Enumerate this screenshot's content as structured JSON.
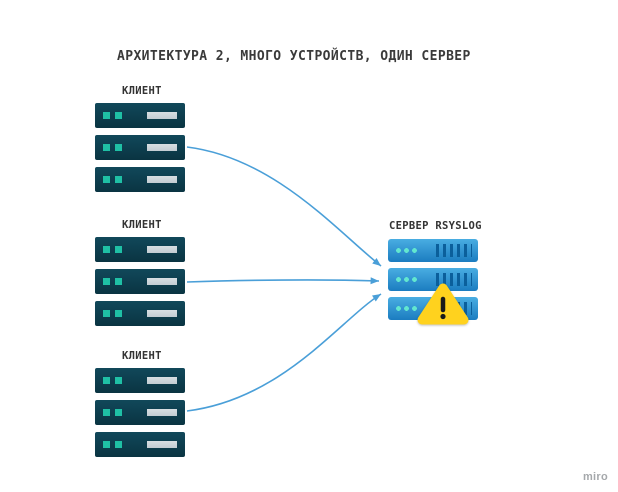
{
  "title": "АРХИТЕКТУРА 2, МНОГО УСТРОЙСТВ, ОДИН СЕРВЕР",
  "nodes": {
    "clients": [
      {
        "id": "client-1",
        "label": "КЛИЕНТ",
        "icon": "server-stack-icon"
      },
      {
        "id": "client-2",
        "label": "КЛИЕНТ",
        "icon": "server-stack-icon"
      },
      {
        "id": "client-3",
        "label": "КЛИЕНТ",
        "icon": "server-stack-icon"
      }
    ],
    "server": {
      "id": "server-rsyslog",
      "label": "СЕРВЕР RSYSLOG",
      "icon": "server-rack-icon",
      "status_icon": "warning-triangle-icon"
    }
  },
  "edges": [
    {
      "from": "client-1",
      "to": "server-rsyslog",
      "style": "curved-arrow"
    },
    {
      "from": "client-2",
      "to": "server-rsyslog",
      "style": "straight-arrow"
    },
    {
      "from": "client-3",
      "to": "server-rsyslog",
      "style": "curved-arrow"
    }
  ],
  "watermark": "miro",
  "colors": {
    "background": "#ffffff",
    "client_body": "#0d3f50",
    "client_led": "#1fc0a5",
    "client_slot": "#ccd4da",
    "server_body_top": "#49ade2",
    "server_body_bottom": "#1b7cc0",
    "server_grille": "#0b5f9b",
    "server_led": "#62e7cf",
    "connector": "#4a9fd8",
    "warning_fill": "#ffd21e",
    "warning_glyph": "#1a1a1a",
    "text": "#3a3a3a",
    "watermark": "#a5a8ab"
  }
}
